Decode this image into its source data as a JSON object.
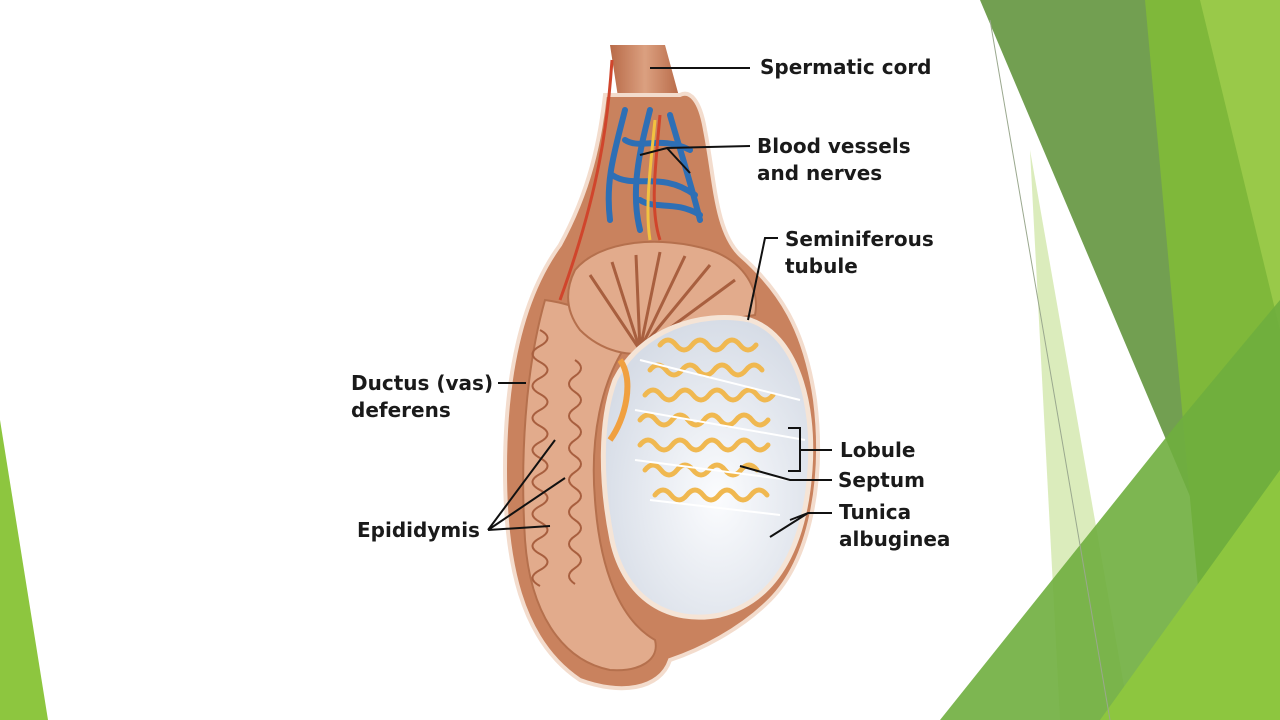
{
  "labels": {
    "spermatic_cord": "Spermatic cord",
    "blood_vessels_line1": "Blood vessels",
    "blood_vessels_line2": "and nerves",
    "seminiferous_line1": "Seminiferous",
    "seminiferous_line2": "tubule",
    "ductus_line1": "Ductus (vas)",
    "ductus_line2": "deferens",
    "epididymis": "Epididymis",
    "lobule": "Lobule",
    "septum": "Septum",
    "tunica_line1": "Tunica",
    "tunica_line2": "albuginea"
  },
  "colors": {
    "green_dark": "#6a9a48",
    "green_mid": "#7cb342",
    "green_bright": "#8dc63f",
    "green_light": "#d7eab5",
    "tissue": "#c9825e",
    "tissue_light": "#e2ab8c",
    "tubule": "#f0b850",
    "vein": "#2e6fb5",
    "testis_white": "#e8ecf2"
  }
}
